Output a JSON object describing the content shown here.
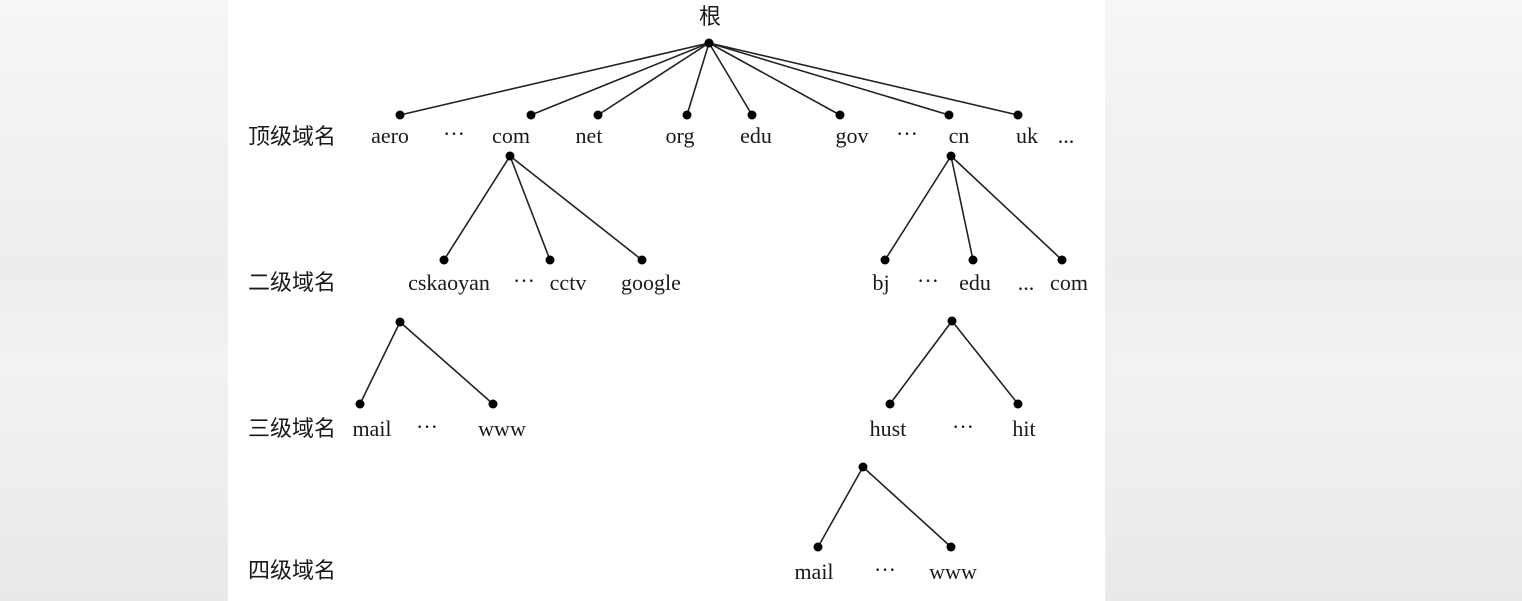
{
  "root": {
    "label": "根"
  },
  "levels": {
    "top": "顶级域名",
    "second": "二级域名",
    "third": "三级域名",
    "fourth": "四级域名"
  },
  "top_level": {
    "items": [
      "aero",
      "···",
      "com",
      "net",
      "org",
      "edu",
      "gov",
      "···",
      "cn",
      "uk",
      "..."
    ]
  },
  "second_level_com": {
    "items": [
      "cskaoyan",
      "···",
      "cctv",
      "google"
    ]
  },
  "second_level_cn": {
    "items": [
      "bj",
      "···",
      "edu",
      "...",
      "com"
    ]
  },
  "third_level_cskaoyan": {
    "items": [
      "mail",
      "···",
      "www"
    ]
  },
  "third_level_edu": {
    "items": [
      "hust",
      "···",
      "hit"
    ]
  },
  "fourth_level_hust": {
    "items": [
      "mail",
      "···",
      "www"
    ]
  }
}
